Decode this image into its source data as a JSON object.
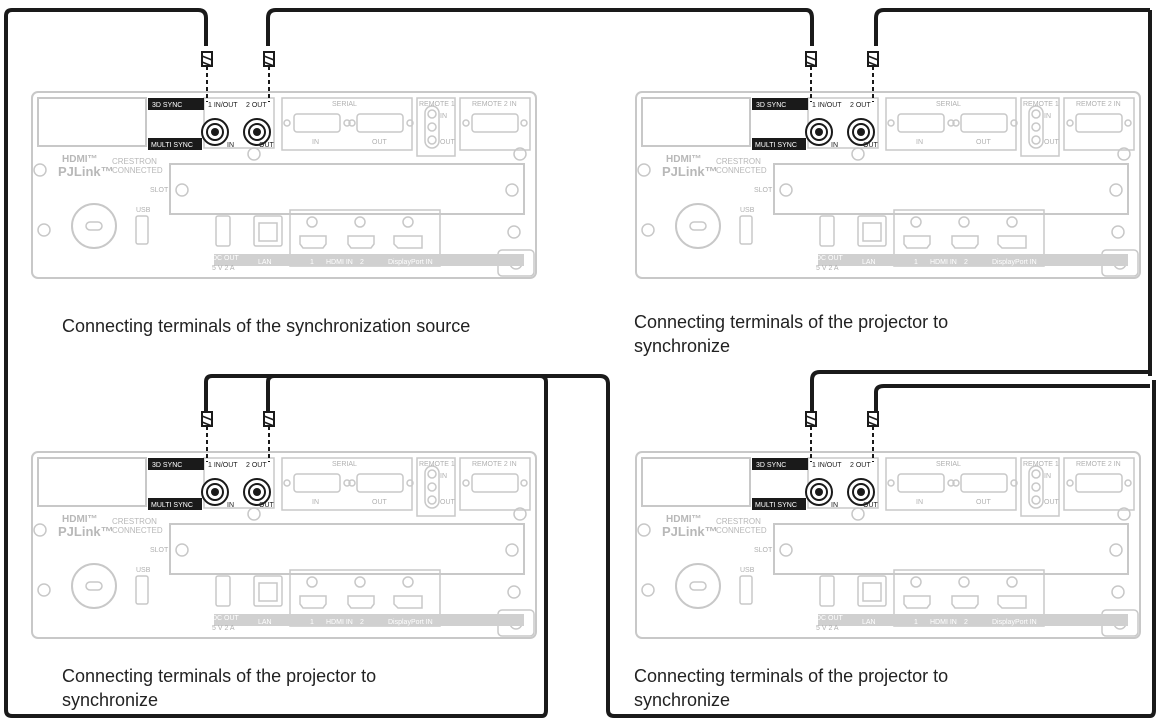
{
  "panels": [
    {
      "caption": "Connecting terminals of the synchronization source",
      "labels": {
        "sync3d": "3D SYNC",
        "in_out": "1 IN/OUT",
        "out2": "2 OUT",
        "multi": "MULTI SYNC",
        "in": "IN",
        "out": "OUT",
        "serial": "SERIAL",
        "serial_in": "IN",
        "serial_out": "OUT",
        "remote1": "REMOTE 1",
        "remote1_in": "IN",
        "remote1_out": "OUT",
        "remote2": "REMOTE 2 IN",
        "hdmi_logo": "HDMI™",
        "pjlink": "PJLink™",
        "crestron1": "CRESTRON",
        "crestron2": "CONNECTED",
        "slot": "SLOT",
        "usb": "USB",
        "dcout": "DC OUT",
        "dcout2": "5 V  2 A",
        "lan": "LAN",
        "hdmi1": "1",
        "hdmi_in": "HDMI IN",
        "hdmi2": "2",
        "displayport": "DisplayPort IN"
      }
    },
    {
      "caption": "Connecting terminals of the projector to synchronize",
      "labels": {
        "sync3d": "3D SYNC",
        "in_out": "1 IN/OUT",
        "out2": "2 OUT",
        "multi": "MULTI SYNC",
        "in": "IN",
        "out": "OUT",
        "serial": "SERIAL",
        "serial_in": "IN",
        "serial_out": "OUT",
        "remote1": "REMOTE 1",
        "remote1_in": "IN",
        "remote1_out": "OUT",
        "remote2": "REMOTE 2 IN",
        "hdmi_logo": "HDMI™",
        "pjlink": "PJLink™",
        "crestron1": "CRESTRON",
        "crestron2": "CONNECTED",
        "slot": "SLOT",
        "usb": "USB",
        "dcout": "DC OUT",
        "dcout2": "5 V  2 A",
        "lan": "LAN",
        "hdmi1": "1",
        "hdmi_in": "HDMI IN",
        "hdmi2": "2",
        "displayport": "DisplayPort IN"
      }
    },
    {
      "caption": "Connecting terminals of the projector to synchronize",
      "labels": {
        "sync3d": "3D SYNC",
        "in_out": "1 IN/OUT",
        "out2": "2 OUT",
        "multi": "MULTI SYNC",
        "in": "IN",
        "out": "OUT",
        "serial": "SERIAL",
        "serial_in": "IN",
        "serial_out": "OUT",
        "remote1": "REMOTE 1",
        "remote1_in": "IN",
        "remote1_out": "OUT",
        "remote2": "REMOTE 2 IN",
        "hdmi_logo": "HDMI™",
        "pjlink": "PJLink™",
        "crestron1": "CRESTRON",
        "crestron2": "CONNECTED",
        "slot": "SLOT",
        "usb": "USB",
        "dcout": "DC OUT",
        "dcout2": "5 V  2 A",
        "lan": "LAN",
        "hdmi1": "1",
        "hdmi_in": "HDMI IN",
        "hdmi2": "2",
        "displayport": "DisplayPort IN"
      }
    },
    {
      "caption": "Connecting terminals of the projector to synchronize",
      "labels": {
        "sync3d": "3D SYNC",
        "in_out": "1 IN/OUT",
        "out2": "2 OUT",
        "multi": "MULTI SYNC",
        "in": "IN",
        "out": "OUT",
        "serial": "SERIAL",
        "serial_in": "IN",
        "serial_out": "OUT",
        "remote1": "REMOTE 1",
        "remote1_in": "IN",
        "remote1_out": "OUT",
        "remote2": "REMOTE 2 IN",
        "hdmi_logo": "HDMI™",
        "pjlink": "PJLink™",
        "crestron1": "CRESTRON",
        "crestron2": "CONNECTED",
        "slot": "SLOT",
        "usb": "USB",
        "dcout": "DC OUT",
        "dcout2": "5 V  2 A",
        "lan": "LAN",
        "hdmi1": "1",
        "hdmi_in": "HDMI IN",
        "hdmi2": "2",
        "displayport": "DisplayPort IN"
      }
    }
  ],
  "colors": {
    "cable": "#1a1a1a",
    "panel_stroke": "#c8c8c8",
    "panel_fill": "#ffffff",
    "label_fill": "#1a1a1a",
    "label_text": "#ffffff",
    "caption_text": "#222222"
  }
}
